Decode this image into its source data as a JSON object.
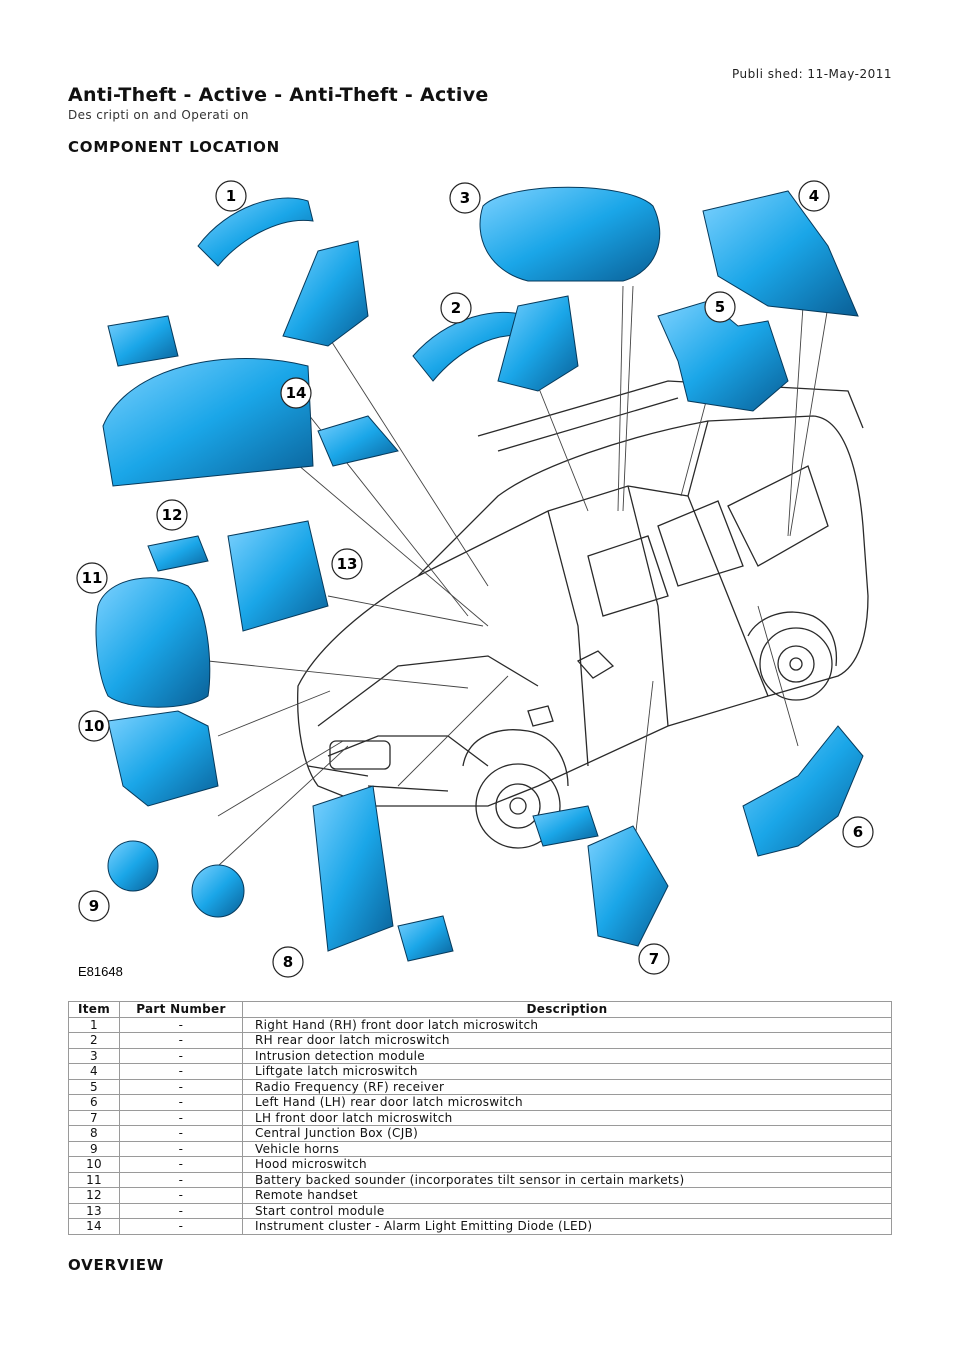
{
  "header": {
    "published": "Publi shed: 11-May-2011",
    "title": "Anti-Theft - Active - Anti-Theft - Active",
    "subtitle": "Des cripti on and Operati on"
  },
  "sections": {
    "component_location": "COMPONENT LOCATION",
    "overview": "OVERVIEW"
  },
  "figure": {
    "id": "E81648",
    "callouts": [
      "1",
      "2",
      "3",
      "4",
      "5",
      "6",
      "7",
      "8",
      "9",
      "10",
      "11",
      "12",
      "13",
      "14"
    ],
    "colors": {
      "component": "#1aa6e8",
      "component_dark": "#0a5f96",
      "vehicle_line": "#2a2a2a"
    }
  },
  "table": {
    "headers": [
      "Item",
      "Part Number",
      "Description"
    ],
    "rows": [
      [
        "1",
        "-",
        "Right Hand (RH) front door latch microswitch"
      ],
      [
        "2",
        "-",
        "RH rear door latch microswitch"
      ],
      [
        "3",
        "-",
        "Intrusion detection module"
      ],
      [
        "4",
        "-",
        "Liftgate latch microswitch"
      ],
      [
        "5",
        "-",
        "Radio Frequency (RF) receiver"
      ],
      [
        "6",
        "-",
        "Left Hand (LH) rear door latch microswitch"
      ],
      [
        "7",
        "-",
        "LH front door latch microswitch"
      ],
      [
        "8",
        "-",
        "Central Junction Box (CJB)"
      ],
      [
        "9",
        "-",
        "Vehicle horns"
      ],
      [
        "10",
        "-",
        "Hood microswitch"
      ],
      [
        "11",
        "-",
        "Battery backed sounder (incorporates tilt sensor in certain markets)"
      ],
      [
        "12",
        "-",
        "Remote handset"
      ],
      [
        "13",
        "-",
        "Start control module"
      ],
      [
        "14",
        "-",
        "Instrument cluster - Alarm Light Emitting Diode (LED)"
      ]
    ]
  }
}
